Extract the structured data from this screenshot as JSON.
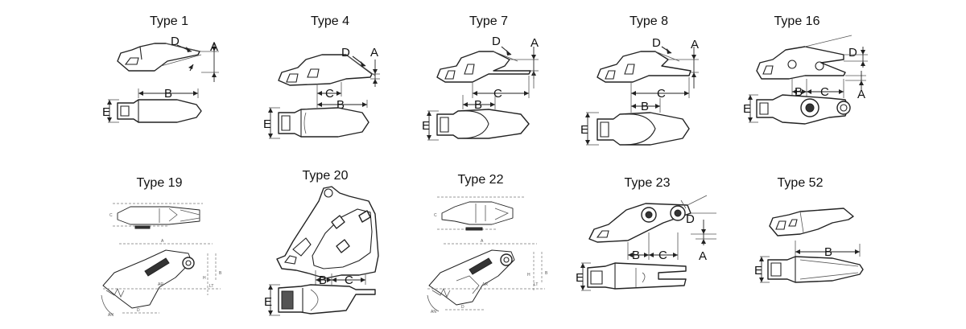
{
  "types": [
    {
      "title": "Type 1",
      "labels": [
        "D",
        "A",
        "B",
        "E"
      ]
    },
    {
      "title": "Type 4",
      "labels": [
        "D",
        "A",
        "C",
        "B",
        "E"
      ]
    },
    {
      "title": "Type 7",
      "labels": [
        "D",
        "A",
        "C",
        "B",
        "E"
      ]
    },
    {
      "title": "Type 8",
      "labels": [
        "D",
        "A",
        "C",
        "B",
        "E"
      ]
    },
    {
      "title": "Type 16",
      "labels": [
        "D",
        "B",
        "C",
        "A",
        "E"
      ]
    },
    {
      "title": "Type 19",
      "labels": []
    },
    {
      "title": "Type 20",
      "labels": [
        "B",
        "C",
        "E"
      ]
    },
    {
      "title": "Type 22",
      "labels": []
    },
    {
      "title": "Type 23",
      "labels": [
        "D",
        "B",
        "C",
        "A",
        "E"
      ]
    },
    {
      "title": "Type 52",
      "labels": [
        "B",
        "E"
      ]
    }
  ]
}
